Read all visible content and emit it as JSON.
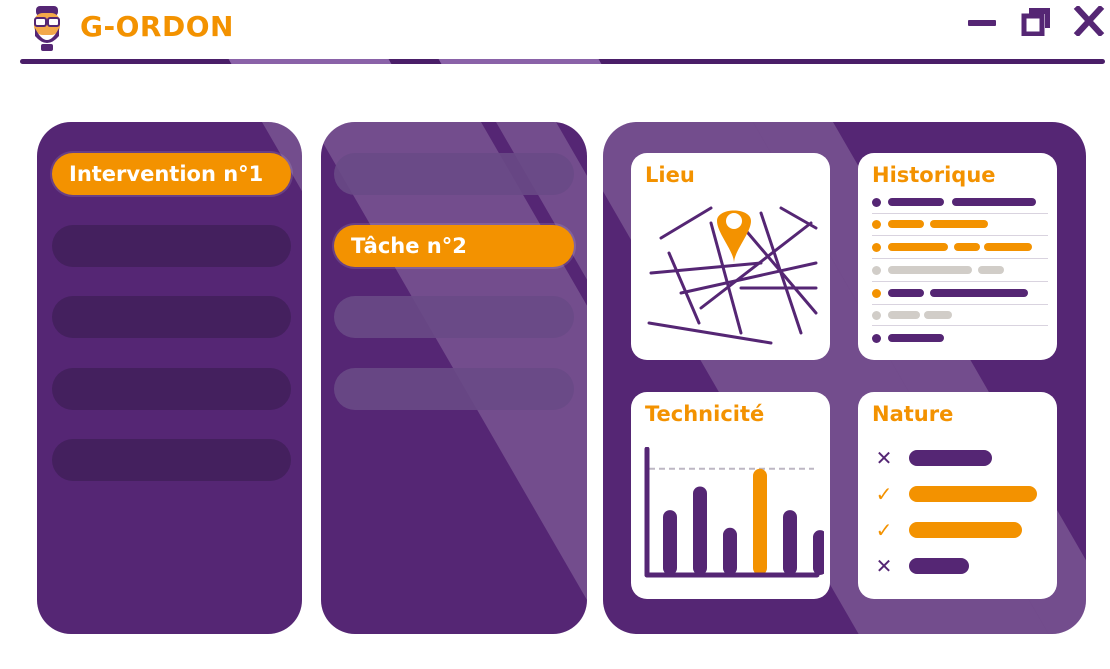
{
  "app": {
    "title": "G-ORDON",
    "colors": {
      "accent": "#f39200",
      "primary": "#552674",
      "dark": "#44205e",
      "grey": "#d1cdc8"
    }
  },
  "window_controls": {
    "minimize_icon": "minimize-icon",
    "restore_icon": "restore-icon",
    "close_icon": "close-icon"
  },
  "interventions": {
    "active_label": "Intervention n°1",
    "placeholder_rows": 4
  },
  "tasks": {
    "active_label": "Tâche n°2",
    "placeholder_rows": 3
  },
  "cards": {
    "lieu": {
      "title": "Lieu",
      "icon": "map-pin-icon"
    },
    "historique": {
      "title": "Historique"
    },
    "technicite": {
      "title": "Technicité"
    },
    "nature": {
      "title": "Nature"
    }
  },
  "technicite_chart": {
    "type": "bar",
    "values": [
      55,
      75,
      40,
      90,
      55,
      38
    ],
    "highlight_index": 3,
    "threshold": 90
  },
  "nature_list": [
    {
      "mark": "✕",
      "status": "rejected",
      "fill": 0.55
    },
    {
      "mark": "✓",
      "status": "accepted",
      "fill": 0.85
    },
    {
      "mark": "✓",
      "status": "accepted",
      "fill": 0.75
    },
    {
      "mark": "✕",
      "status": "rejected",
      "fill": 0.4
    }
  ]
}
